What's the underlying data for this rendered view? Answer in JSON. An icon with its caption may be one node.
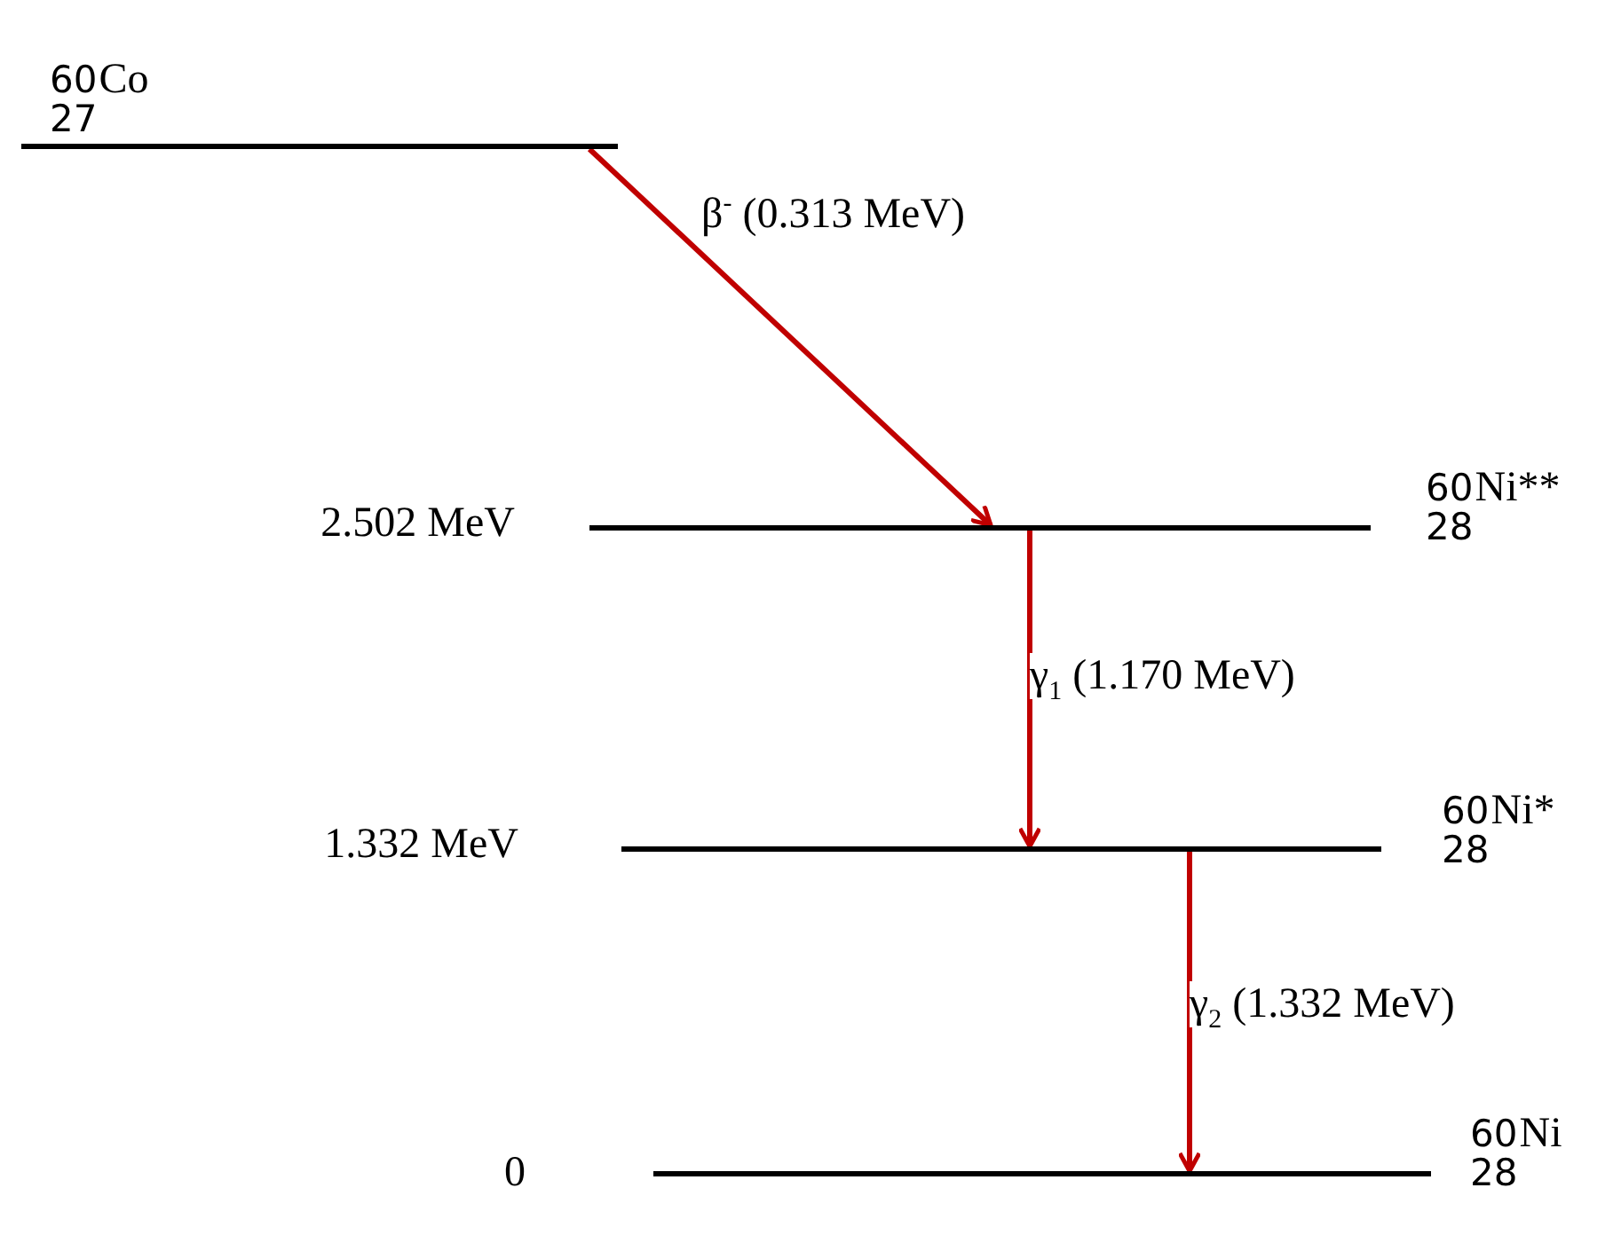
{
  "diagram": {
    "nodes": [
      {
        "text": [],
        "shape": "bar",
        "beside": [
          "$^{60}$$_{27}$Co"
        ]
      },
      {
        "text": [],
        "shape": "bar",
        "beside": [
          "2.502 MeV",
          "$^{60}$$_{28}$Ni**"
        ]
      },
      {
        "text": [],
        "shape": "bar",
        "beside": [
          "1.332 MeV",
          "$^{60}$$_{28}$Ni*"
        ]
      },
      {
        "text": [],
        "shape": "bar",
        "beside": [
          "0",
          "$^{60}$$_{28}$Ni"
        ]
      }
    ],
    "edges": [
      {
        "from": 0,
        "to": 1,
        "arrow": "to",
        "label": "β$^{-}$ (0.313 MeV)"
      },
      {
        "from": 1,
        "to": 2,
        "arrow": "to",
        "label": "γ$_{1}$ (1.170 MeV)"
      },
      {
        "from": 2,
        "to": 3,
        "arrow": "to",
        "label": "γ$_{2}$ (1.332 MeV)"
      }
    ]
  }
}
